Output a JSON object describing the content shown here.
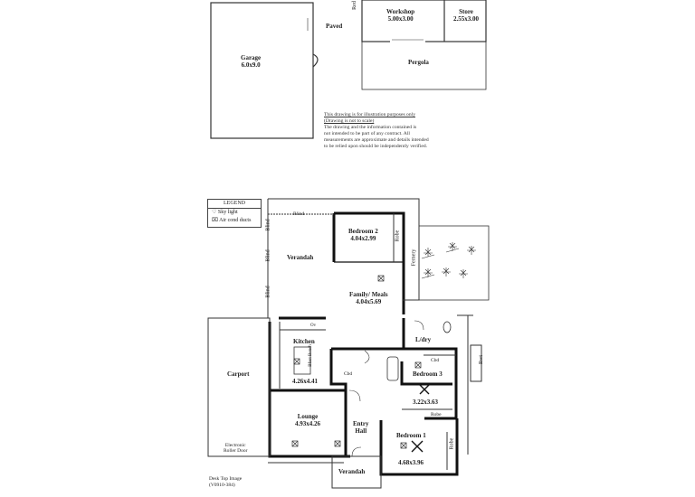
{
  "outbuildings": {
    "garage": {
      "name": "Garage",
      "size": "6.0x9.0"
    },
    "workshop": {
      "name": "Workshop",
      "size": "5.00x3.00"
    },
    "store": {
      "name": "Store",
      "size": "2.55x3.00"
    },
    "paved": "Paved",
    "pergola": "Pergola",
    "red_label": "Red"
  },
  "disclaimer": {
    "line1": "This drawing is for illustration purposes only",
    "line2": "(Drawing is not to scale)",
    "line3": "The drawing and the information contained is",
    "line4": "not intended to be part of any contract.  All",
    "line5": "measurements are approximate and details intended",
    "line6": "to be relied upon should be independently verified."
  },
  "legend": {
    "title": "LEGEND",
    "items": [
      "Sky light",
      "Air cond ducts"
    ]
  },
  "rooms": {
    "bedroom2": {
      "name": "Bedroom 2",
      "size": "4.04x2.99"
    },
    "verandah": {
      "name": "Verandah"
    },
    "family": {
      "name": "Family/ Meals",
      "size": "4.04x5.69"
    },
    "kitchen": {
      "name": "Kitchen",
      "size": "4.26x4.41"
    },
    "laundry": {
      "name": "L/dry"
    },
    "bedroom3": {
      "name": "Bedroom 3",
      "size": "3.22x3.63"
    },
    "carport": {
      "name": "Carport"
    },
    "lounge": {
      "name": "Lounge",
      "size": "4.93x4.26"
    },
    "entry": {
      "name": "Entry",
      "name2": "Hall"
    },
    "bedroom1": {
      "name": "Bedroom 1",
      "size": "4.68x3.96"
    },
    "front_verandah": {
      "name": "Verandah"
    }
  },
  "small_labels": {
    "blind": "Blind",
    "robe": "Robe",
    "fernery": "Fernery",
    "cbd": "Cbd",
    "rwt": "Rwt",
    "breakfast_bench": "Bfast Bench",
    "roller_door1": "Electronic",
    "roller_door2": "Roller Door",
    "ov": "Ov"
  },
  "footer": {
    "line1": "Desk Top Image",
    "line2": "(V0910-384)"
  }
}
